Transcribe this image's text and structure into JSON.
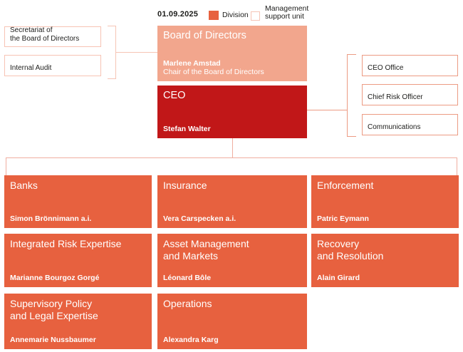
{
  "header": {
    "date": "01.09.2025",
    "legend": {
      "division_label": "Division",
      "support_label": "Management\nsupport unit"
    }
  },
  "board": {
    "title": "Board of Directors",
    "name": "Marlene Amstad",
    "role": "Chair of the Board of Directors"
  },
  "ceo": {
    "title": "CEO",
    "name": "Stefan Walter"
  },
  "board_support": [
    {
      "label": "Secretariat of\nthe Board of Directors"
    },
    {
      "label": "Internal Audit"
    }
  ],
  "ceo_support": [
    {
      "label": "CEO Office"
    },
    {
      "label": "Chief Risk Officer"
    },
    {
      "label": "Communications"
    }
  ],
  "divisions": [
    {
      "title": "Banks",
      "name": "Simon Brönnimann a.i."
    },
    {
      "title": "Insurance",
      "name": "Vera Carspecken a.i."
    },
    {
      "title": "Enforcement",
      "name": "Patric Eymann"
    },
    {
      "title": "Integrated Risk Expertise",
      "name": "Marianne Bourgoz Gorgé"
    },
    {
      "title": "Asset Management\nand Markets",
      "name": "Léonard Bôle"
    },
    {
      "title": "Recovery\nand Resolution",
      "name": "Alain Girard"
    },
    {
      "title": "Supervisory Policy\nand Legal Expertise",
      "name": "Annemarie Nussbaumer"
    },
    {
      "title": "Operations",
      "name": "Alexandra Karg"
    }
  ],
  "colors": {
    "division": "#E7613F",
    "ceo": "#C11718",
    "board": "#F2A68D",
    "support_border_left": "#F7C3B4",
    "support_border_right": "#EC9B83",
    "line_board": "#F6C4B5",
    "line_ceo": "#EC9B83",
    "line_tree": "#F0AEA0",
    "text_dark": "#1d1d1b"
  }
}
